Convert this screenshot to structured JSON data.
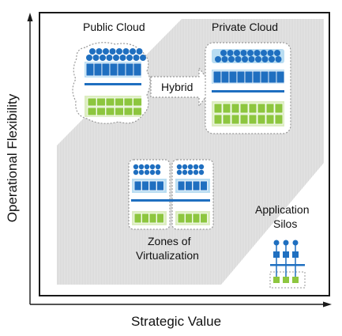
{
  "diagram": {
    "axes": {
      "y_label": "Operational Flexibility",
      "x_label": "Strategic Value"
    },
    "sections": {
      "public_cloud": "Public Cloud",
      "private_cloud": "Private Cloud",
      "hybrid": "Hybrid",
      "zones_of_virtualization": [
        "Zones of",
        "Virtualization"
      ],
      "application_silos": [
        "Application",
        "Silos"
      ]
    },
    "colors": {
      "band_gray": "#e4e4e4",
      "compute_blue": "#1f6fc0",
      "light_blue": "#b9ddf2",
      "storage_green": "#8dc63f",
      "storage_bg": "#dcedc0",
      "frame": "#1a1a1a"
    },
    "icons": [
      "compute-node-icon",
      "server-rack-icon",
      "network-bar-icon",
      "storage-unit-icon",
      "hybrid-arrow-icon"
    ]
  }
}
